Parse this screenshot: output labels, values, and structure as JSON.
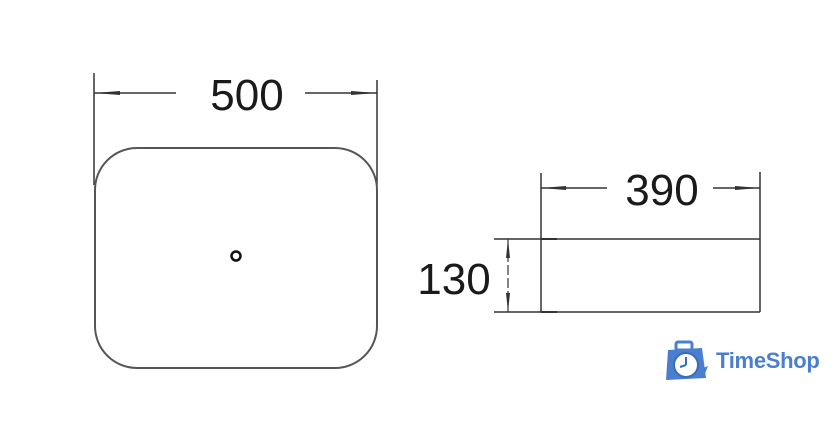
{
  "drawing": {
    "top_view": {
      "width_label": "500",
      "drain_hole": true
    },
    "side_view": {
      "width_label": "390",
      "height_label": "130"
    },
    "line_color": "#333333"
  },
  "watermark": {
    "brand": "TimeShop",
    "icon": "clock-bag-icon",
    "color": "#4a7fcf"
  }
}
